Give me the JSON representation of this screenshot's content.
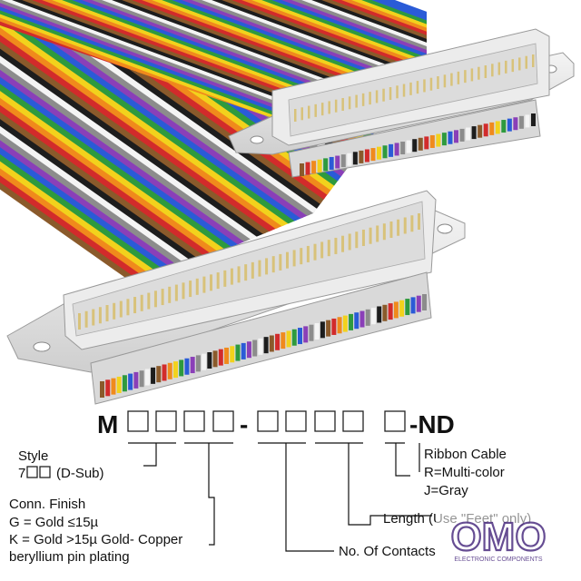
{
  "part_number": {
    "prefix": "M",
    "mid_separator": "-",
    "suffix": "-ND"
  },
  "fields": {
    "style": {
      "title": "Style",
      "value_prefix": "7",
      "value_suffix": "(D-Sub)"
    },
    "finish": {
      "title": "Conn. Finish",
      "line1": "G = Gold ≤15µ",
      "line2": "K = Gold >15µ Gold- Copper",
      "line3": "beryllium pin plating"
    },
    "contacts": {
      "title": "No. Of Contacts"
    },
    "length": {
      "title": "Length (Use \"Feet\" only)"
    },
    "ribbon": {
      "title": "Ribbon Cable",
      "line1": "R=Multi-color",
      "line2": "J=Gray"
    }
  },
  "logo": {
    "text": "OMO",
    "subtext": "ELECTRONIC COMPONENTS",
    "color": "#5a3e8a"
  },
  "colors": {
    "ribbon_wires": [
      "#8a5a2b",
      "#d22b2b",
      "#f08a1c",
      "#f2d21c",
      "#2e9a3e",
      "#2a5bd7",
      "#8a3fb8",
      "#8c8c8c",
      "#f4f4f4",
      "#1d1d1d"
    ],
    "connector_shell": "#e6e6e6",
    "pins": "#d8c27a"
  }
}
